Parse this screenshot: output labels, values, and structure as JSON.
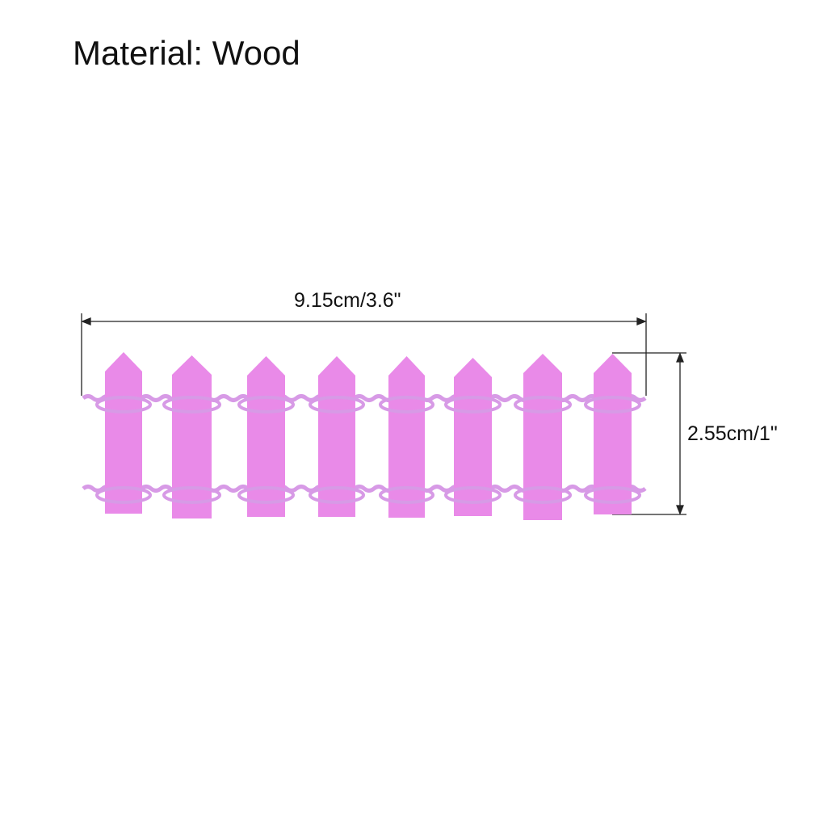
{
  "title": "Material: Wood",
  "dimensions": {
    "width": "9.15cm/3.6\"",
    "height": "2.55cm/1\""
  },
  "product": {
    "picket_count": 8,
    "color": "#e98ae8",
    "wire_color": "#d79ae6"
  }
}
